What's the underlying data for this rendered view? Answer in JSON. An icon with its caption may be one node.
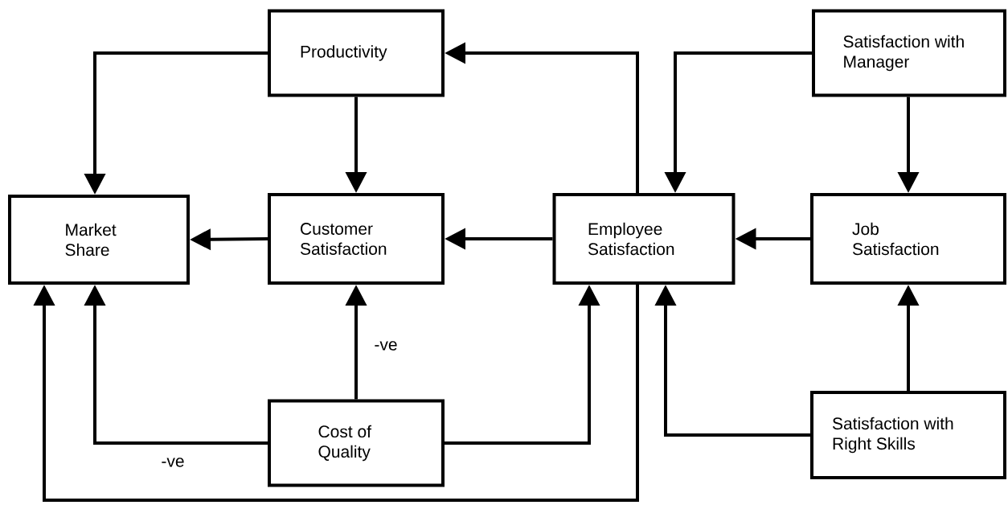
{
  "diagram": {
    "nodes": [
      {
        "text": [
          "Productivity"
        ]
      },
      {
        "text": [
          "Satisfaction with Manager"
        ]
      },
      {
        "text": [
          "Market Share"
        ]
      },
      {
        "text": [
          "Customer Satisfaction"
        ]
      },
      {
        "text": [
          "Employee Satisfaction"
        ]
      },
      {
        "text": [
          "Job Satisfaction"
        ]
      },
      {
        "text": [
          "Cost of Quality"
        ]
      },
      {
        "text": [
          "Satisfaction with Right Skills"
        ]
      }
    ],
    "edges": [
      {
        "from": 0,
        "to": 2,
        "arrow": "to"
      },
      {
        "from": 0,
        "to": 3,
        "arrow": "to"
      },
      {
        "from": 4,
        "to": 0,
        "arrow": "to"
      },
      {
        "from": 1,
        "to": 4,
        "arrow": "to"
      },
      {
        "from": 1,
        "to": 5,
        "arrow": "to"
      },
      {
        "from": 3,
        "to": 2,
        "arrow": "to"
      },
      {
        "from": 4,
        "to": 3,
        "arrow": "to"
      },
      {
        "from": 5,
        "to": 4,
        "arrow": "to"
      },
      {
        "from": 6,
        "to": 3,
        "arrow": "to",
        "label": "-ve"
      },
      {
        "from": 6,
        "to": 2,
        "arrow": "to",
        "label": "-ve"
      },
      {
        "from": 6,
        "to": 4,
        "arrow": "to"
      },
      {
        "from": 4,
        "to": 2,
        "arrow": "to"
      },
      {
        "from": 7,
        "to": 4,
        "arrow": "to"
      },
      {
        "from": 7,
        "to": 5,
        "arrow": "to"
      }
    ]
  }
}
